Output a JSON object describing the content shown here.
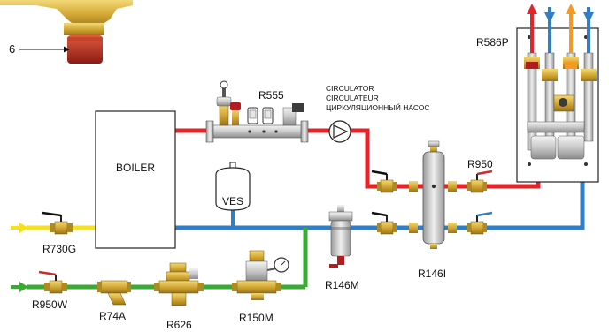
{
  "labels": {
    "callout_6": "6",
    "boiler": "BOILER",
    "ves": "VES",
    "r555": "R555",
    "circulator_en": "CIRCULATOR",
    "circulator_fr": "CIRCULATEUR",
    "circulator_ru": "ЦИРКУЛЯЦИОННЫЙ НАСОС",
    "r586p": "R586P",
    "r950": "R950",
    "r730g": "R730G",
    "r146m": "R146M",
    "r146i": "R146I",
    "r950w": "R950W",
    "r74a": "R74A",
    "r626": "R626",
    "r150m": "R150M"
  },
  "colors": {
    "hot": "#e3242b",
    "return": "#2f7fc8",
    "cold": "#3aaa35",
    "feed": "#f5e11c",
    "orange": "#f49a1e",
    "brass": "#d9b23a",
    "outline": "#222222",
    "handle_red": "#d22a2a"
  }
}
